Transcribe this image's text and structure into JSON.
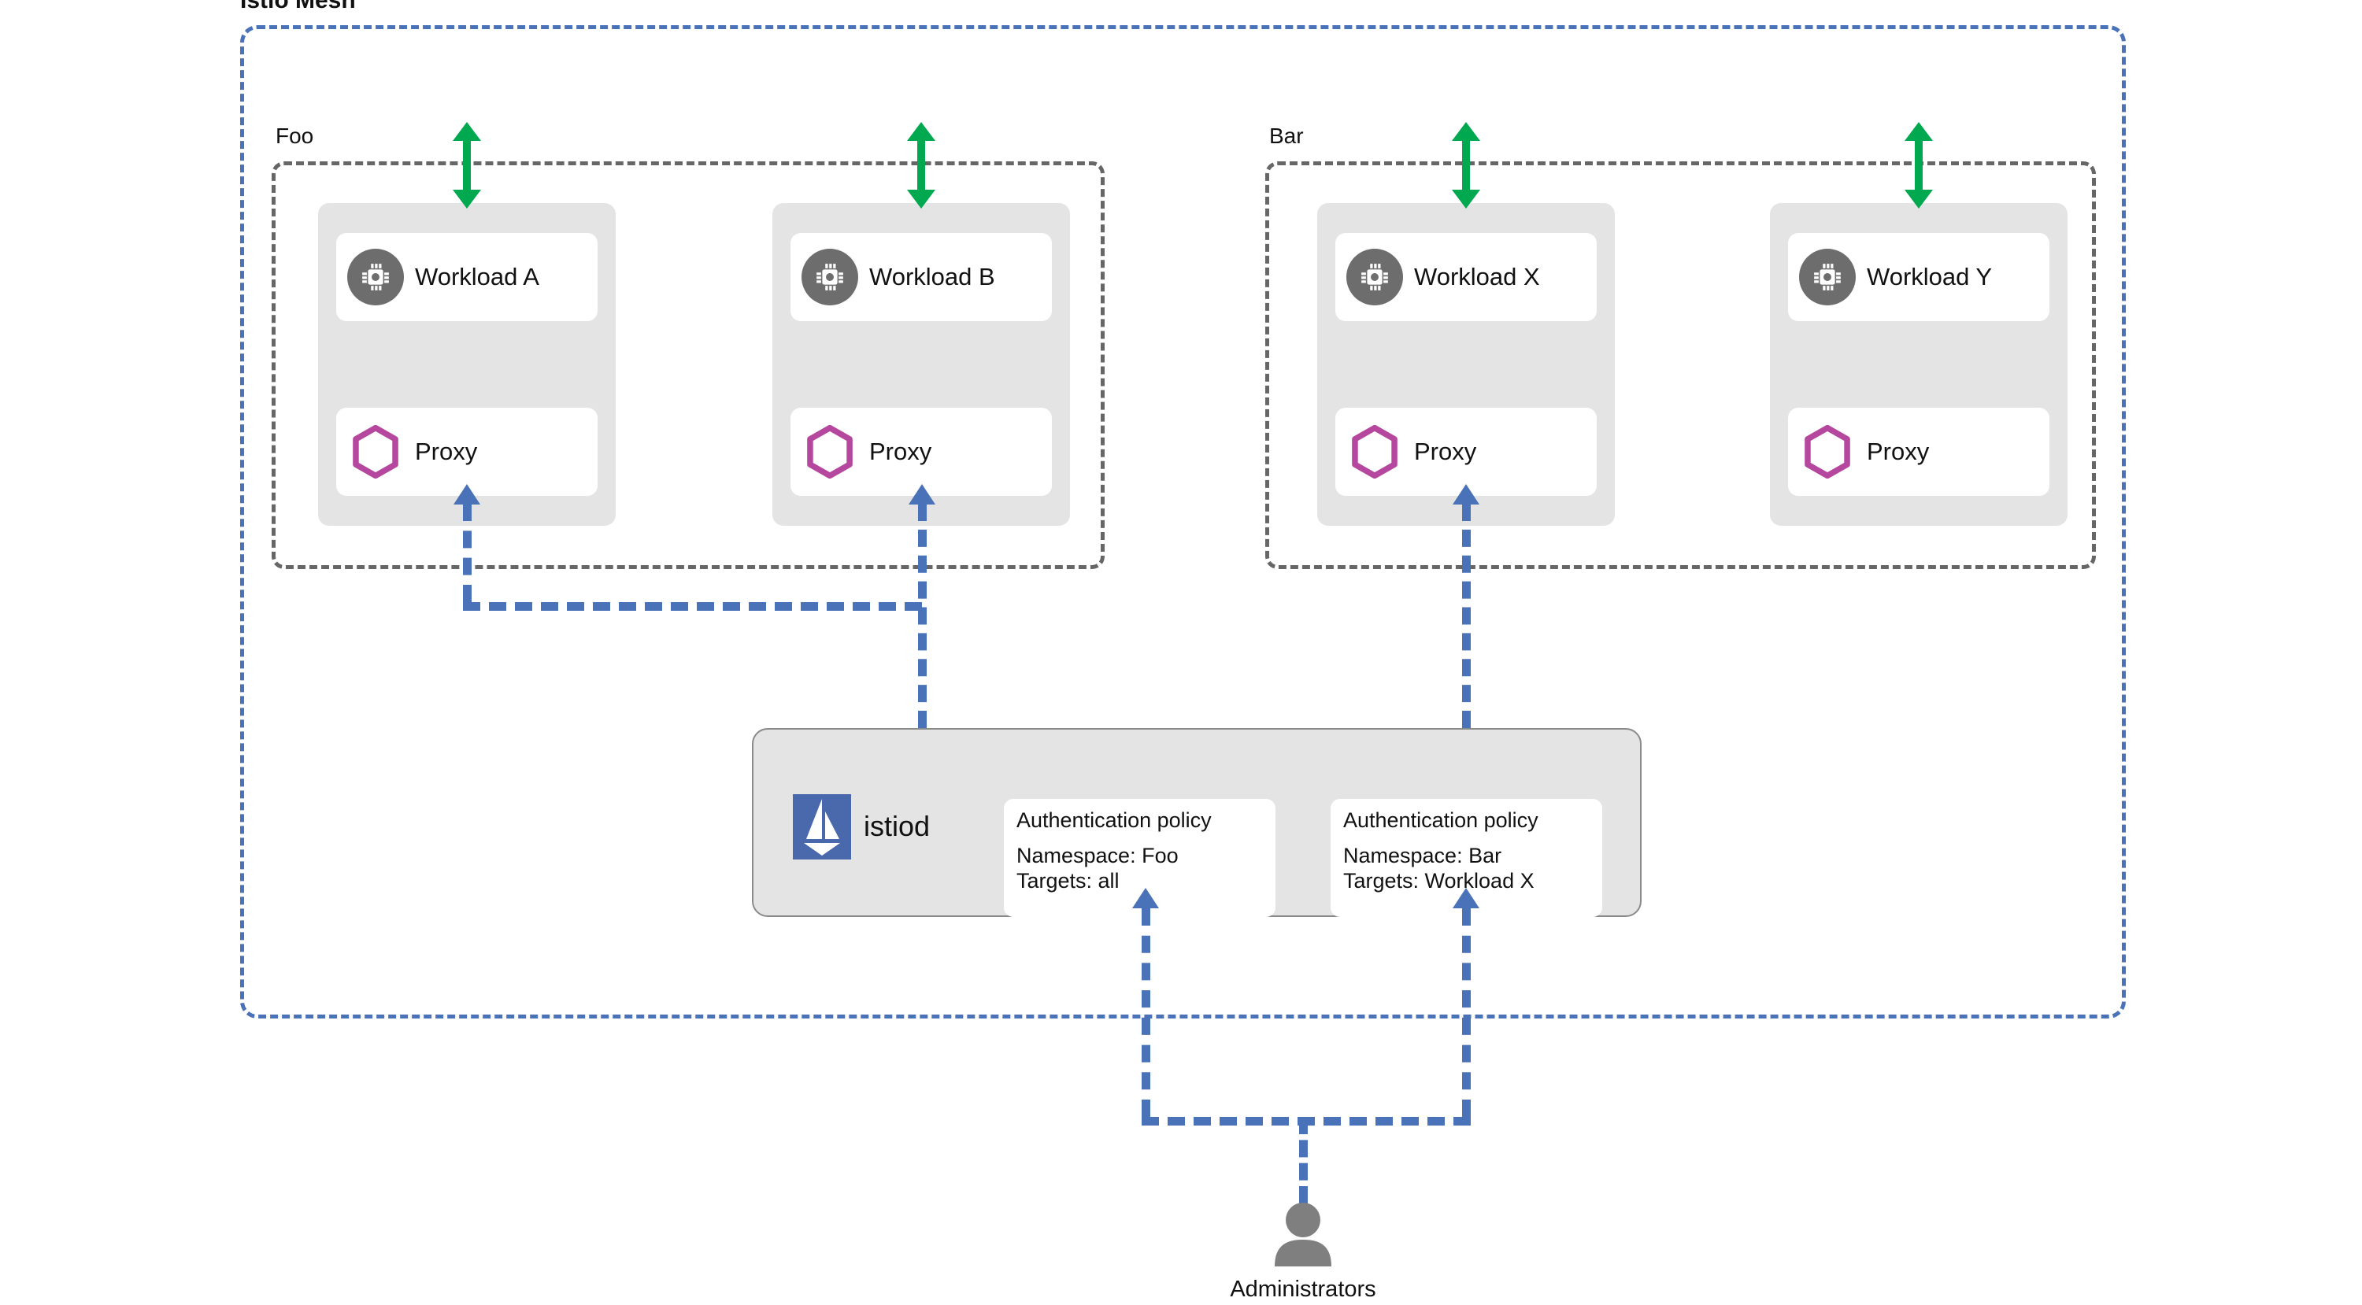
{
  "mesh": {
    "title": "Istio Mesh",
    "border_color": "#4a72b8"
  },
  "namespaces": [
    {
      "name": "Foo",
      "border_color": "#666666"
    },
    {
      "name": "Bar",
      "border_color": "#666666"
    }
  ],
  "pods": [
    {
      "workload_label": "Workload A",
      "proxy_label": "Proxy",
      "namespace": "Foo",
      "workload_icon": "chip-icon",
      "proxy_icon": "hexagon-icon",
      "has_policy_arrow": true
    },
    {
      "workload_label": "Workload B",
      "proxy_label": "Proxy",
      "namespace": "Foo",
      "workload_icon": "chip-icon",
      "proxy_icon": "hexagon-icon",
      "has_policy_arrow": true
    },
    {
      "workload_label": "Workload X",
      "proxy_label": "Proxy",
      "namespace": "Bar",
      "workload_icon": "chip-icon",
      "proxy_icon": "hexagon-icon",
      "has_policy_arrow": true
    },
    {
      "workload_label": "Workload Y",
      "proxy_label": "Proxy",
      "namespace": "Bar",
      "workload_icon": "chip-icon",
      "proxy_icon": "hexagon-icon",
      "has_policy_arrow": false
    }
  ],
  "control_plane": {
    "name": "istiod",
    "logo_icon": "istio-sailboat-logo",
    "policies": [
      {
        "title": "Authentication policy",
        "namespace_line": "Namespace: Foo",
        "targets_line": "Targets: all"
      },
      {
        "title": "Authentication policy",
        "namespace_line": "Namespace: Bar",
        "targets_line": "Targets: Workload X"
      }
    ]
  },
  "actor": {
    "label": "Administrators",
    "icon": "person-icon"
  },
  "colors": {
    "mesh_border": "#4a72b8",
    "namespace_border": "#666666",
    "pod_fill": "#e4e4e4",
    "card_fill": "#ffffff",
    "workload_icon_bg": "#6d6d6d",
    "proxy_hex_stroke": "#b5479f",
    "sync_arrow_green": "#00a84f",
    "config_arrow_blue": "#4a72b8",
    "istiod_logo_bg": "#4a69ad",
    "actor_gray": "#7f7f7f"
  }
}
